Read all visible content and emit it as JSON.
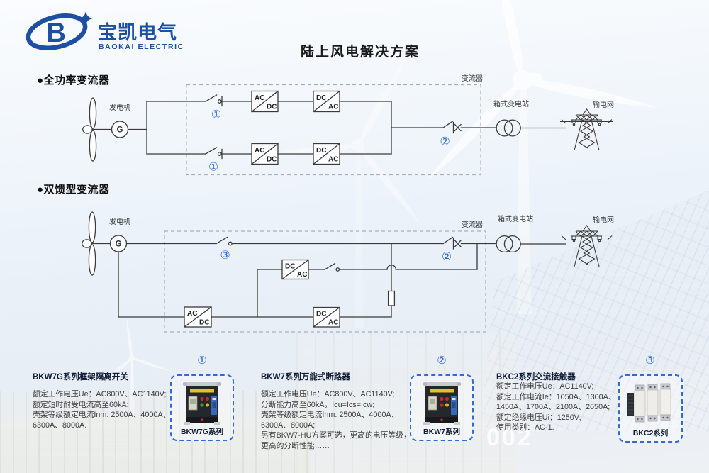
{
  "logo": {
    "cn": "宝凯电气",
    "en": "BAOKAI ELECTRIC"
  },
  "page_title": "陆上风电解决方案",
  "symbols": {
    "generator": "G"
  },
  "converter_units": {
    "ac": "AC",
    "dc": "DC"
  },
  "circuit_full": {
    "section_label": "●全功率变流器",
    "generator_label": "发电机",
    "converter_label": "变流器",
    "substation_label": "箱式变电站",
    "grid_label": "输电网",
    "mark_switch": "①",
    "mark_breaker": "②"
  },
  "circuit_dfig": {
    "section_label": "●双馈型变流器",
    "generator_label": "发电机",
    "converter_label": "变流器",
    "substation_label": "箱式变电站",
    "grid_label": "输电网",
    "mark_switch": "③",
    "mark_breaker": "②"
  },
  "products": [
    {
      "num": "①",
      "title": "BKW7G系列框架隔离开关",
      "lines": [
        "额定工作电压Ue：AC800V、AC1140V;",
        "额定短时耐受电流高至60kA;",
        "壳架等级额定电流Inm: 2500A、4000A、",
        "6300A、8000A."
      ],
      "image_label": "BKW7G系列"
    },
    {
      "num": "②",
      "title": "BKW7系列万能式断路器",
      "lines": [
        "额定工作电压Ue：AC800V、AC1140V;",
        "分断能力高至60kA，Icu=Ics=Icw;",
        "壳架等级额定电流Inm: 2500A、4000A、",
        "6300A、8000A;",
        "另有BKW7-HU方案可选，更高的电压等级，",
        "更高的分断性能……"
      ],
      "image_label": "BKW7系列"
    },
    {
      "num": "③",
      "title": "BKC2系列交流接触器",
      "lines": [
        "额定工作电压Ue：AC1140V;",
        "额定工作电流Ie：1050A、1300A、",
        "1450A、1700A、2100A、2650A;",
        "额定绝缘电压Ui：1250V;",
        "使用类别：AC-1."
      ],
      "image_label": "BKC2系列"
    }
  ],
  "bg_text": "002",
  "colors": {
    "brand_blue": "#1d4fa3",
    "mark_blue": "#2b66cc",
    "circuit_line": "#3a3a3a",
    "dash_gray": "#a6b0ba",
    "product_dash_blue": "#2e6bd6",
    "body_text": "#3c3c3c"
  }
}
